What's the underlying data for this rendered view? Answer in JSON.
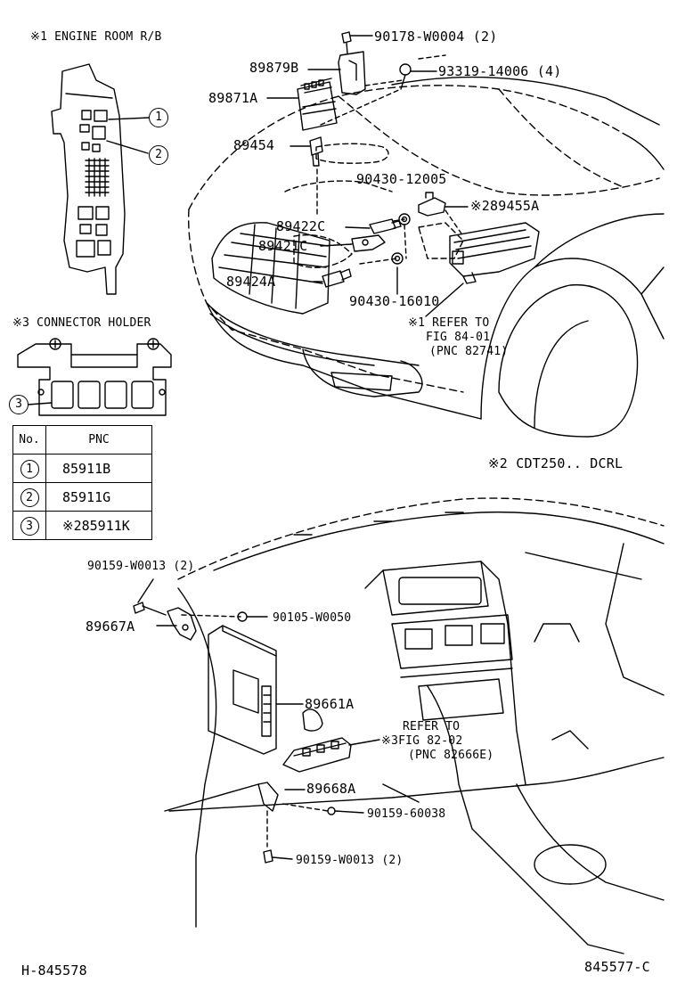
{
  "engine_room": {
    "title": "※1 ENGINE ROOM R/B"
  },
  "connector_holder": {
    "title": "※3 CONNECTOR HOLDER"
  },
  "callouts": [
    "1",
    "2",
    "3"
  ],
  "table": {
    "headers": [
      "No.",
      "PNC"
    ],
    "rows": [
      {
        "no": "1",
        "pnc": "85911B"
      },
      {
        "no": "2",
        "pnc": "85911G"
      },
      {
        "no": "3",
        "pnc": "※285911K"
      }
    ]
  },
  "engine_parts": {
    "p90178": "90178-W0004 (2)",
    "p93319": "93319-14006 (4)",
    "p89879B": "89879B",
    "p89871A": "89871A",
    "p89454": "89454",
    "p90430_12005": "90430-12005",
    "p89455A": "※289455A",
    "p89422C": "89422C",
    "p89421C": "89421C",
    "p89424A": "89424A",
    "p90430_16010": "90430-16010",
    "refer1_line1": "※1 REFER TO",
    "refer1_line2": "FIG 84-01",
    "refer1_line3": "(PNC 82741)"
  },
  "variant_note": "※2 CDT250.. DCRL",
  "dash_parts": {
    "p90159_W0013_top": "90159-W0013 (2)",
    "p89667A": "89667A",
    "p90105": "90105-W0050",
    "p89661A": "89661A",
    "refer2_line1": "REFER TO",
    "refer2_prefix": "※3",
    "refer2_line2": "FIG 82-02",
    "refer2_line3": "(PNC 82666E)",
    "p89668A": "89668A",
    "p90159_60038": "90159-60038",
    "p90159_W0013_bottom": "90159-W0013 (2)"
  },
  "footer": {
    "left": "H-845578",
    "right": "845577-C"
  }
}
